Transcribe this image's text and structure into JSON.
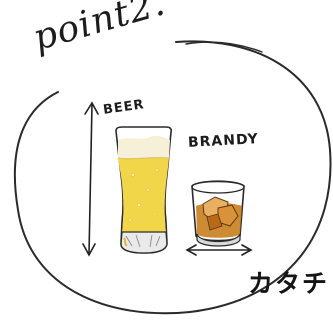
{
  "title": "point2.",
  "labels": {
    "beer": "BEER",
    "brandy": "BRANDY"
  },
  "caption": "カタチ",
  "colors": {
    "ink": "#1c1c1c",
    "beer": "#f2d64a",
    "foam": "#f7f3e4",
    "brandy": "#c8801e"
  },
  "icons": {
    "beer_glass": "beer-glass-icon",
    "brandy_glass": "brandy-glass-icon"
  }
}
